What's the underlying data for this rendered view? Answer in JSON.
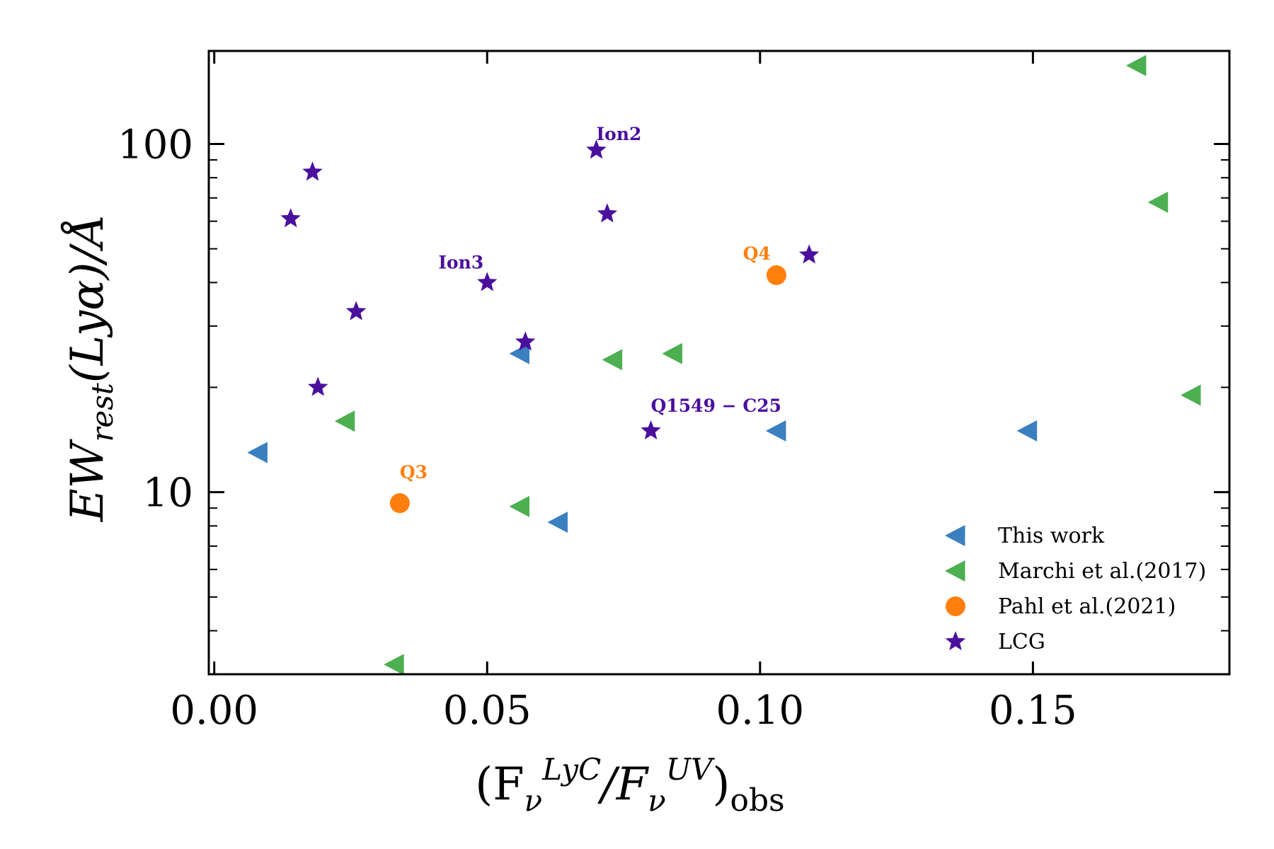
{
  "chart_data": {
    "type": "scatter",
    "xlabel": {
      "main": "(F",
      "sub": "ν",
      "sup": "LyC",
      "slash": "/F",
      "sub2": "ν",
      "sup2": "UV",
      "close": ")",
      "tail": "obs"
    },
    "ylabel": {
      "main": "EW",
      "sub": "rest",
      "rest": "(Lyα)/Å"
    },
    "xlim": [
      -0.001,
      0.186
    ],
    "ylim": [
      3.0,
      185
    ],
    "yscale": "log",
    "xticks": [
      0.0,
      0.05,
      0.1,
      0.15
    ],
    "xtick_labels": [
      "0.00",
      "0.05",
      "0.10",
      "0.15"
    ],
    "yticks": [
      10,
      100
    ],
    "ytick_labels": [
      "10",
      "100"
    ],
    "grid": false,
    "legend_position": "bottom-right",
    "series": [
      {
        "name": "This work",
        "marker": "triangle-left",
        "color": "#3a7fbf",
        "points": [
          [
            0.008,
            13
          ],
          [
            0.056,
            25
          ],
          [
            0.063,
            8.2
          ],
          [
            0.103,
            15
          ],
          [
            0.149,
            15
          ]
        ]
      },
      {
        "name": "Marchi et al.(2017)",
        "marker": "triangle-left",
        "color": "#4caf50",
        "points": [
          [
            0.169,
            168
          ],
          [
            0.173,
            68
          ],
          [
            0.179,
            19
          ],
          [
            0.084,
            25
          ],
          [
            0.073,
            24
          ],
          [
            0.024,
            16
          ],
          [
            0.056,
            9.1
          ],
          [
            0.033,
            3.2
          ]
        ]
      },
      {
        "name": "Pahl et al.(2021)",
        "marker": "circle",
        "color": "#ff7f0e",
        "points": [
          [
            0.034,
            9.3
          ],
          [
            0.103,
            42
          ]
        ]
      },
      {
        "name": "LCG",
        "marker": "star",
        "color": "#4b0f9e",
        "points": [
          [
            0.018,
            83
          ],
          [
            0.014,
            61
          ],
          [
            0.026,
            33
          ],
          [
            0.019,
            20
          ],
          [
            0.05,
            40
          ],
          [
            0.057,
            27
          ],
          [
            0.07,
            96
          ],
          [
            0.072,
            63
          ],
          [
            0.08,
            15
          ],
          [
            0.109,
            48
          ]
        ]
      }
    ],
    "annotations": [
      {
        "text": "Ion2",
        "color": "#4b0f9e",
        "x": 0.07,
        "y": 96
      },
      {
        "text": "Ion3",
        "color": "#4b0f9e",
        "x": 0.05,
        "y": 40
      },
      {
        "text": "Q1549 − C25",
        "color": "#4b0f9e",
        "x": 0.08,
        "y": 15
      },
      {
        "text": "Q4",
        "color": "#ff7f0e",
        "x": 0.103,
        "y": 42
      },
      {
        "text": "Q3",
        "color": "#ff7f0e",
        "x": 0.034,
        "y": 9.3
      }
    ]
  }
}
